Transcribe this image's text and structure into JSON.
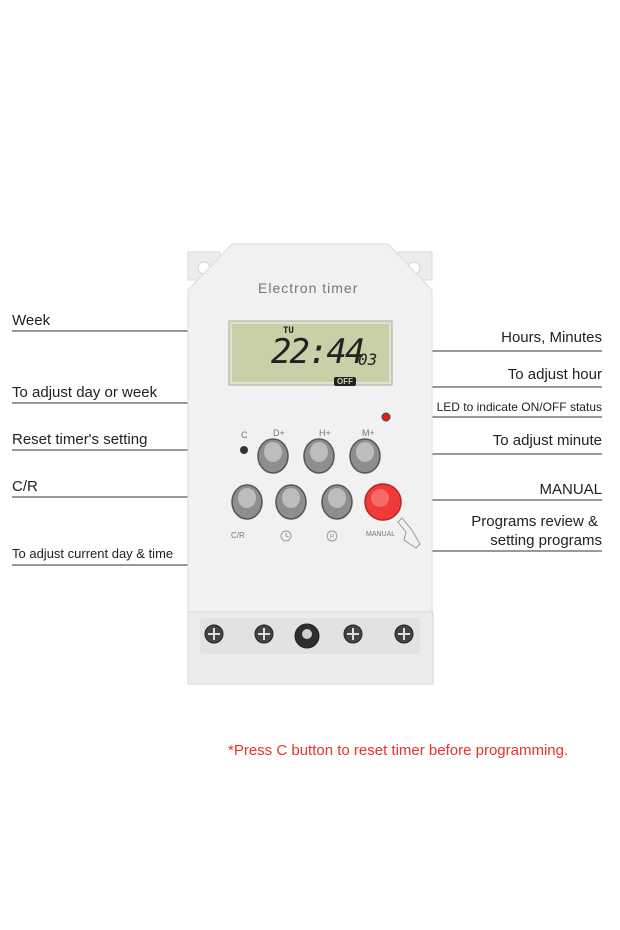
{
  "device": {
    "title": "Electron timer",
    "lcd": {
      "day": "TU",
      "time": "22:44",
      "seconds": "03",
      "status": "OFF"
    },
    "button_labels": {
      "c": "C",
      "d_plus": "D+",
      "h_plus": "H+",
      "m_plus": "M+",
      "cr": "C/R",
      "manual": "MANUAL"
    }
  },
  "callouts": {
    "week": "Week",
    "hours_minutes": "Hours, Minutes",
    "adjust_day": "To adjust day or week",
    "adjust_hour": "To adjust hour",
    "led": "LED to indicate ON/OFF status",
    "reset": "Reset timer's setting",
    "adjust_minute": "To adjust minute",
    "cr": "C/R",
    "manual": "MANUAL",
    "programs_line1": "Programs review &",
    "programs_line2": "setting programs",
    "current_time": "To adjust current day & time"
  },
  "note": "*Press C button to reset timer before programming.",
  "colors": {
    "manual_button": "#f03a38",
    "led": "#e02020",
    "lcd_background": "#c9cfa7",
    "note_text": "#e8332c"
  }
}
